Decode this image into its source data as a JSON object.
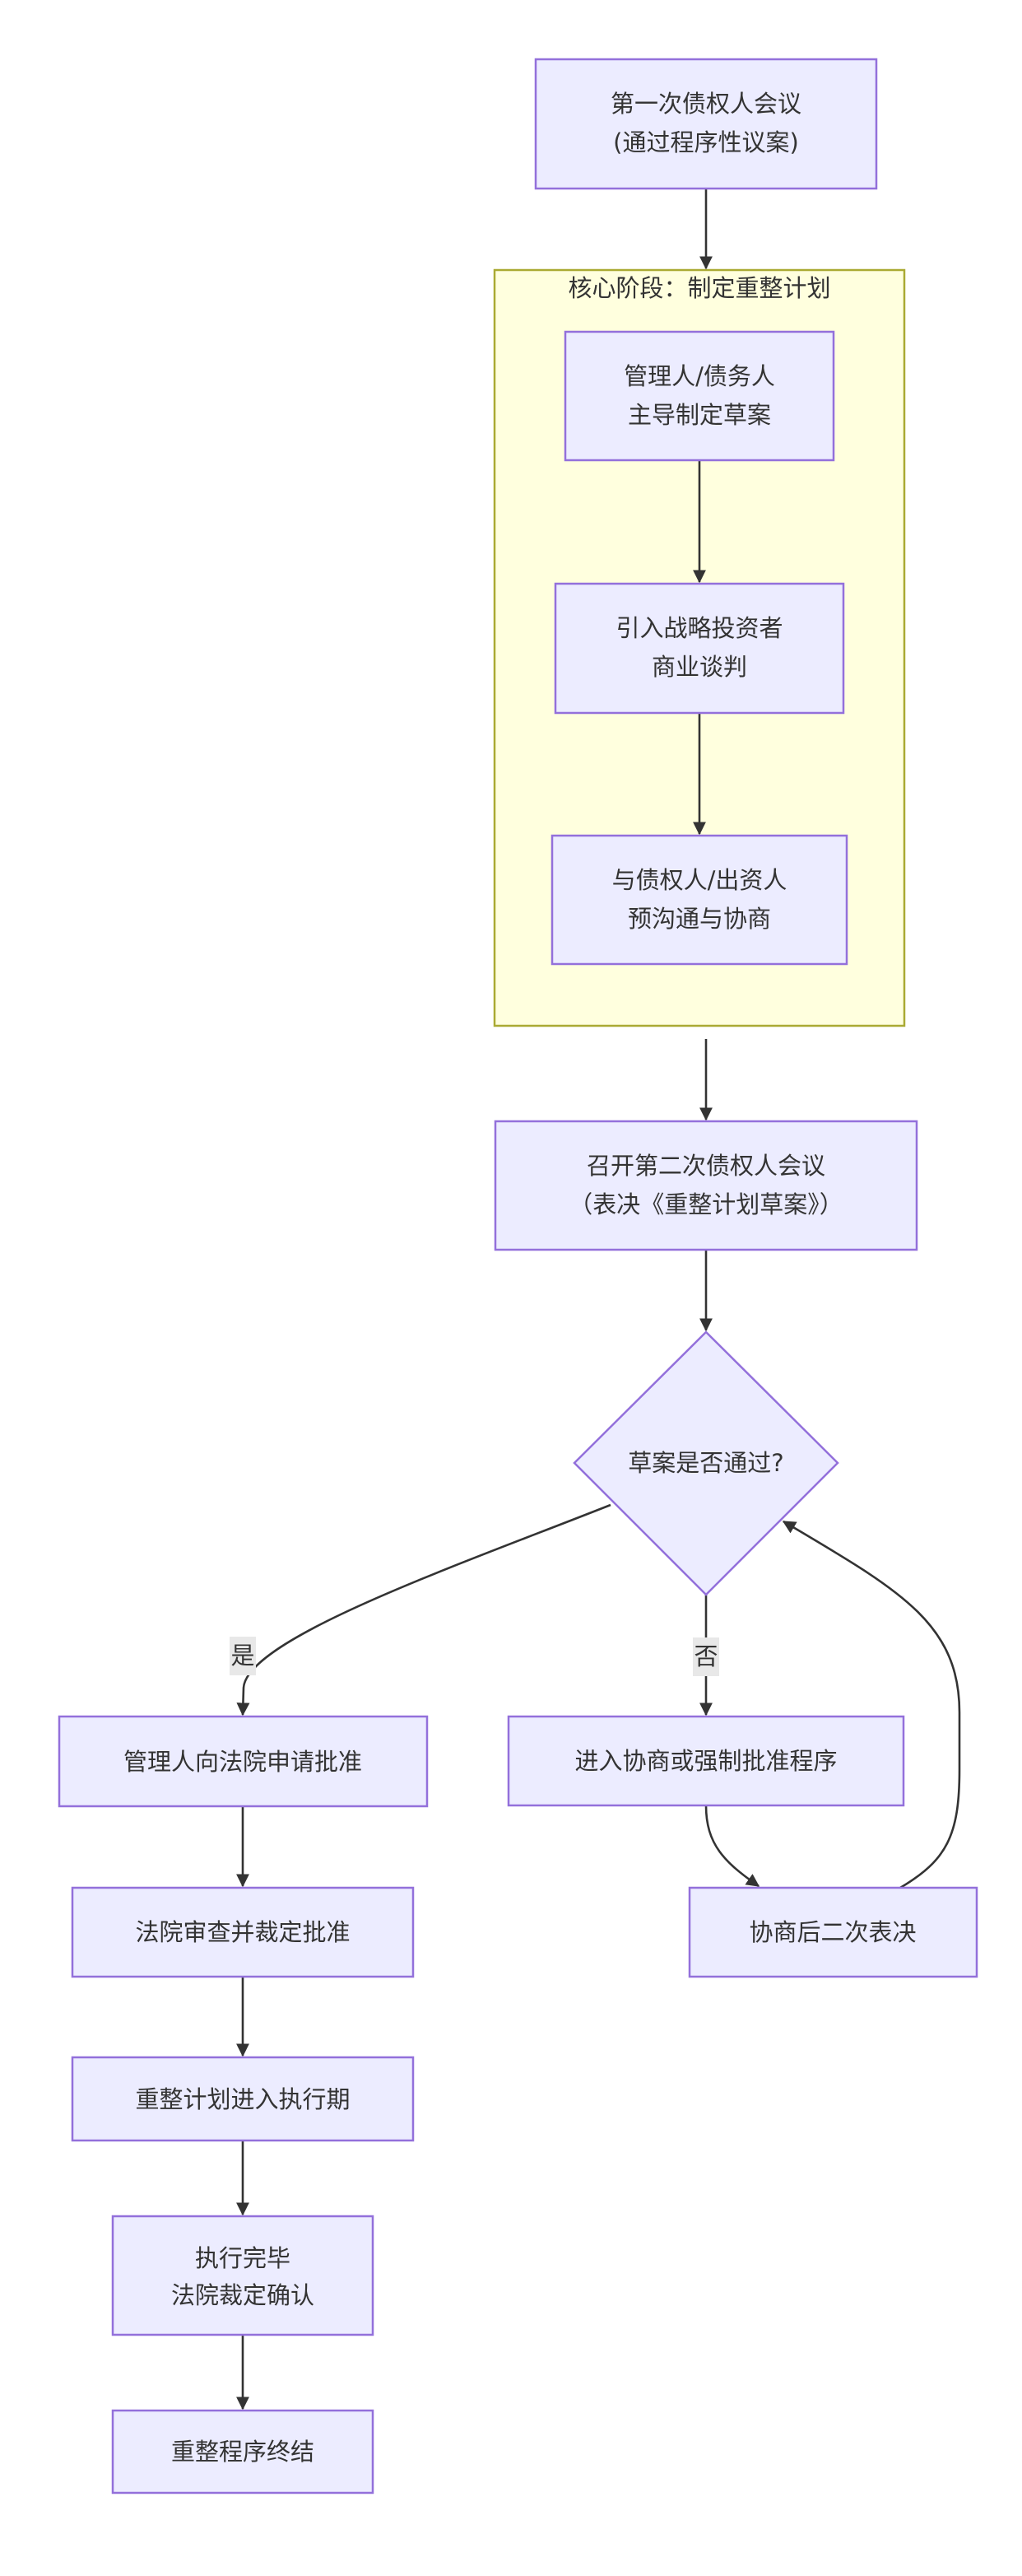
{
  "diagram": {
    "type": "flowchart",
    "direction": "top-down",
    "colors": {
      "node_fill": "#ECECFF",
      "node_border": "#9370DB",
      "cluster_fill": "#FFFFDE",
      "cluster_border": "#AAAA33",
      "edge": "#333333",
      "text": "#333333",
      "edge_label_bg": "#E8E8E8"
    },
    "cluster": {
      "title": "核心阶段：制定重整计划"
    },
    "nodes": {
      "first_meeting": {
        "lines": [
          "第一次债权人会议",
          "(通过程序性议案)"
        ]
      },
      "draft": {
        "lines": [
          "管理人/债务人",
          "主导制定草案"
        ]
      },
      "investor": {
        "lines": [
          "引入战略投资者",
          "商业谈判"
        ]
      },
      "consult": {
        "lines": [
          "与债权人/出资人",
          "预沟通与协商"
        ]
      },
      "second_meeting": {
        "lines": [
          "召开第二次债权人会议",
          "（表决《重整计划草案》）"
        ]
      },
      "decision": {
        "lines": [
          "草案是否通过?"
        ]
      },
      "apply": {
        "lines": [
          "管理人向法院申请批准"
        ]
      },
      "court_approve": {
        "lines": [
          "法院审查并裁定批准"
        ]
      },
      "execution": {
        "lines": [
          "重整计划进入执行期"
        ]
      },
      "completed": {
        "lines": [
          "执行完毕",
          "法院裁定确认"
        ]
      },
      "terminated": {
        "lines": [
          "重整程序终结"
        ]
      },
      "negotiate": {
        "lines": [
          "进入协商或强制批准程序"
        ]
      },
      "revote": {
        "lines": [
          "协商后二次表决"
        ]
      }
    },
    "edges": [
      {
        "from": "first_meeting",
        "to": "cluster",
        "label": ""
      },
      {
        "from": "draft",
        "to": "investor",
        "label": ""
      },
      {
        "from": "investor",
        "to": "consult",
        "label": ""
      },
      {
        "from": "cluster",
        "to": "second_meeting",
        "label": ""
      },
      {
        "from": "second_meeting",
        "to": "decision",
        "label": ""
      },
      {
        "from": "decision",
        "to": "apply",
        "label": "是"
      },
      {
        "from": "decision",
        "to": "negotiate",
        "label": "否"
      },
      {
        "from": "apply",
        "to": "court_approve",
        "label": ""
      },
      {
        "from": "court_approve",
        "to": "execution",
        "label": ""
      },
      {
        "from": "execution",
        "to": "completed",
        "label": ""
      },
      {
        "from": "completed",
        "to": "terminated",
        "label": ""
      },
      {
        "from": "negotiate",
        "to": "revote",
        "label": ""
      },
      {
        "from": "revote",
        "to": "decision",
        "label": ""
      }
    ],
    "edge_labels": {
      "yes": "是",
      "no": "否"
    }
  }
}
